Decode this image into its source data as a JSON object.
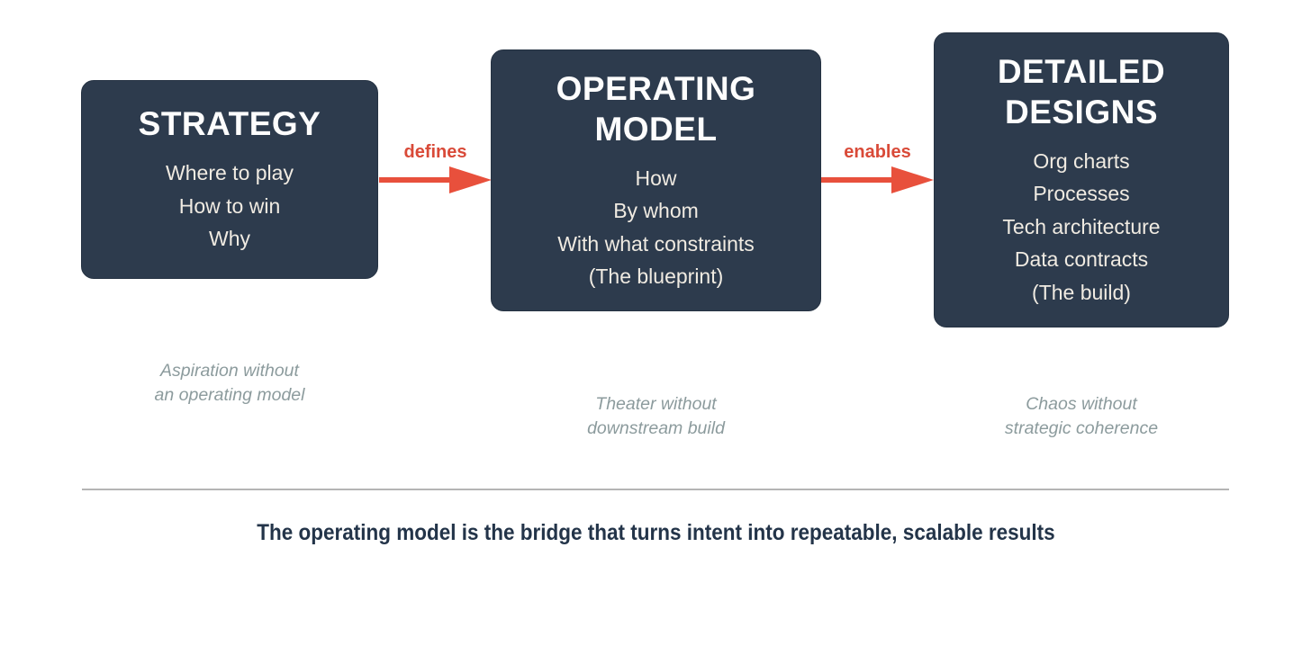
{
  "diagram": {
    "boxes": [
      {
        "title": "STRATEGY",
        "lines": [
          "Where to play",
          "How to win",
          "Why"
        ],
        "caption": [
          "Aspiration without",
          "an operating model"
        ]
      },
      {
        "title": "OPERATING MODEL",
        "lines": [
          "How",
          "By whom",
          "With what constraints",
          "(The blueprint)"
        ],
        "caption": [
          "Theater without",
          "downstream build"
        ]
      },
      {
        "title": "DETAILED DESIGNS",
        "lines": [
          "Org charts",
          "Processes",
          "Tech architecture",
          "Data contracts",
          "(The build)"
        ],
        "caption": [
          "Chaos without",
          "strategic coherence"
        ]
      }
    ],
    "connectors": [
      {
        "label": "defines"
      },
      {
        "label": "enables"
      }
    ],
    "tagline": "The operating model is the bridge that turns intent into repeatable, scalable results",
    "colors": {
      "background": "#ffffff",
      "box_background": "#2d3b4d",
      "box_title": "#fdfdfd",
      "box_text": "#f0ebe2",
      "arrow": "#e8503c",
      "arrow_label": "#d94a38",
      "caption": "#8c9b9d",
      "divider": "#b5b5b5",
      "tagline": "#233449"
    }
  }
}
